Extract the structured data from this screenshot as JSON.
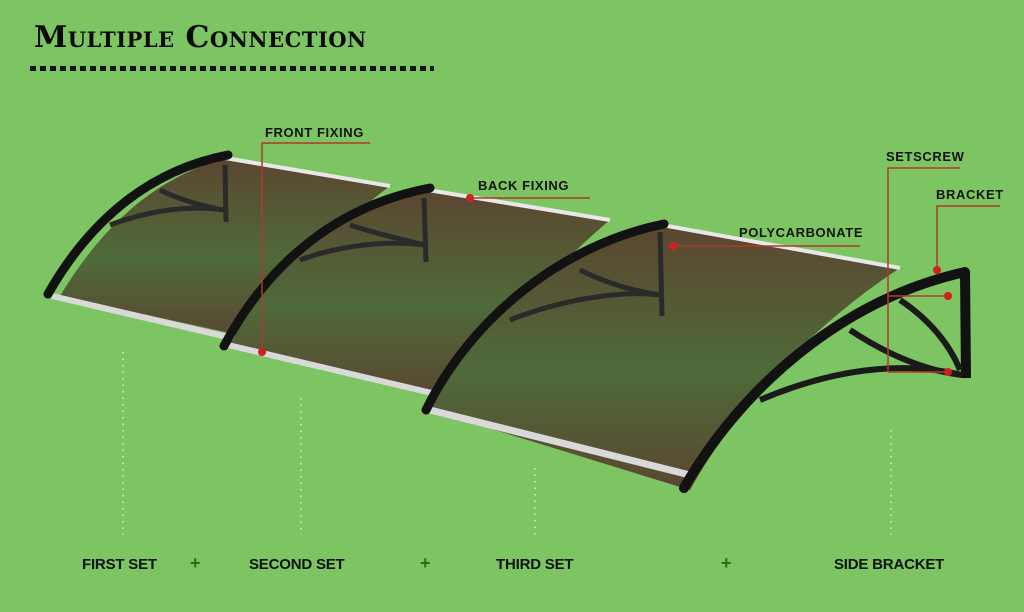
{
  "title": "Multiple Connection",
  "callouts": {
    "front_fixing": "FRONT FIXING",
    "back_fixing": "BACK FIXING",
    "polycarbonate": "POLYCARBONATE",
    "setscrew": "SETSCREW",
    "bracket": "BRACKET"
  },
  "sets": [
    {
      "label": "FIRST SET"
    },
    {
      "label": "SECOND SET"
    },
    {
      "label": "THIRD SET"
    },
    {
      "label": "SIDE BRACKET"
    }
  ],
  "separator": "+",
  "colors": {
    "background": "#7dc462",
    "panel": "#5a4a32",
    "arc": "#111111",
    "rail": "#d9d9d9",
    "callout_dot": "#d02020",
    "callout_line": "#b03a2a"
  }
}
